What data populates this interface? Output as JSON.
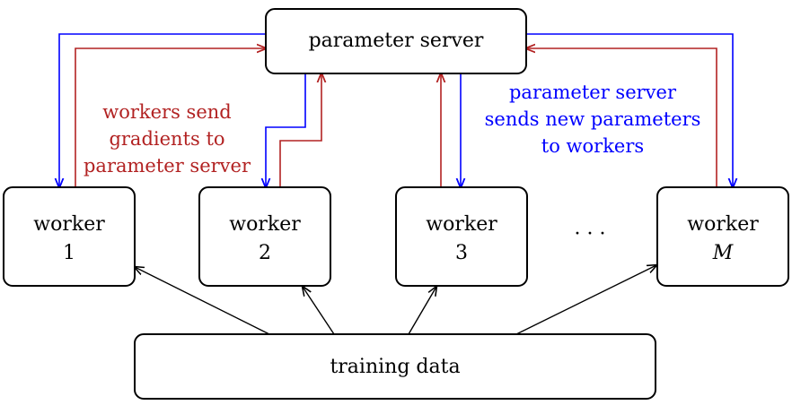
{
  "colors": {
    "send_params": "#0000ff",
    "send_gradients": "#b22222",
    "data_flow": "#000000"
  },
  "nodes": {
    "parameter_server": {
      "label": "parameter server"
    },
    "workers": [
      {
        "label": "worker",
        "index": "1"
      },
      {
        "label": "worker",
        "index": "2"
      },
      {
        "label": "worker",
        "index": "3"
      },
      {
        "label": "worker",
        "index": "M"
      }
    ],
    "ellipsis": "· · ·",
    "training_data": {
      "label": "training data"
    }
  },
  "annotations": {
    "gradients": [
      "workers send",
      "gradients to",
      "parameter server"
    ],
    "params": [
      "parameter server",
      "sends new parameters",
      "to workers"
    ]
  }
}
